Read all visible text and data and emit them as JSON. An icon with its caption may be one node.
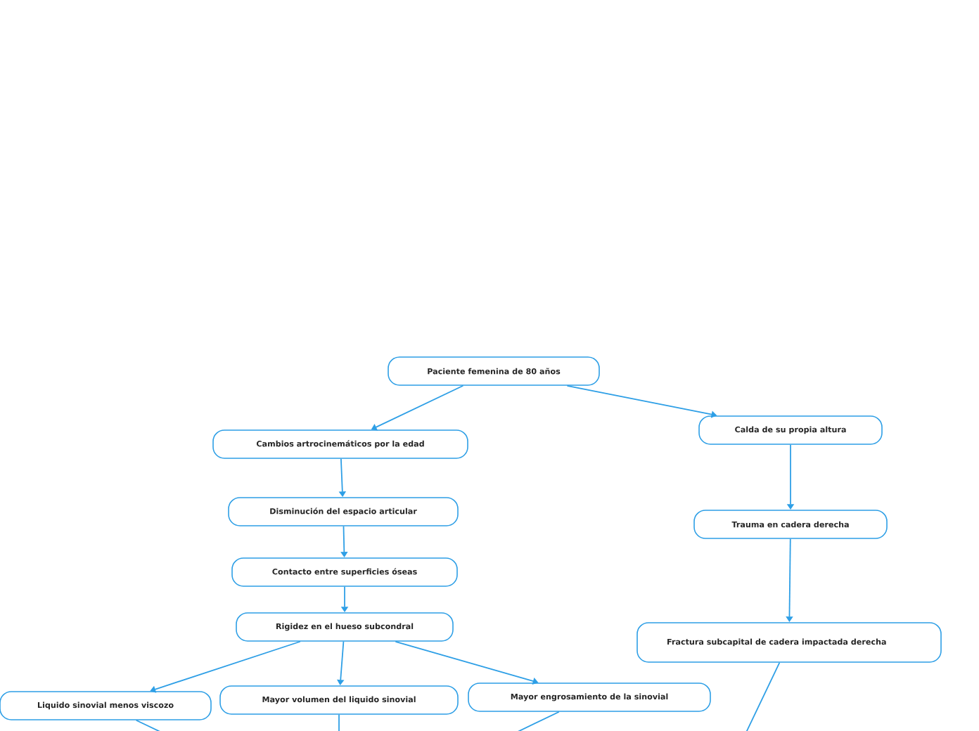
{
  "diagram": {
    "nodes": [
      {
        "text": [
          "Paciente femenina de 80 años"
        ]
      },
      {
        "text": [
          "Cambios artrocinemáticos por la edad"
        ]
      },
      {
        "text": [
          "Disminución del espacio articular"
        ]
      },
      {
        "text": [
          "Contacto entre superficies óseas"
        ]
      },
      {
        "text": [
          "Rigidez en el hueso subcondral"
        ]
      },
      {
        "text": [
          "Calda de su propia altura"
        ]
      },
      {
        "text": [
          "Trauma en cadera derecha"
        ]
      },
      {
        "text": [
          "Fractura subcapital de cadera impactada derecha"
        ]
      },
      {
        "text": [
          "Liquido sinovial menos viscozo"
        ]
      },
      {
        "text": [
          "Mayor volumen del liquido sinovial"
        ]
      },
      {
        "text": [
          "Mayor engrosamiento de la sinovial"
        ]
      }
    ],
    "edges": [
      {
        "from": 0,
        "to": 1,
        "arrow": "to"
      },
      {
        "from": 1,
        "to": 2,
        "arrow": "to"
      },
      {
        "from": 2,
        "to": 3,
        "arrow": "to"
      },
      {
        "from": 3,
        "to": 4,
        "arrow": "to"
      },
      {
        "from": 0,
        "to": 5,
        "arrow": "to"
      },
      {
        "from": 5,
        "to": 6,
        "arrow": "to"
      },
      {
        "from": 6,
        "to": 7,
        "arrow": "to"
      },
      {
        "from": 4,
        "to": 8,
        "arrow": "to"
      },
      {
        "from": 4,
        "to": 9,
        "arrow": "to"
      },
      {
        "from": 4,
        "to": 10,
        "arrow": "to"
      },
      {
        "from": 8,
        "to": null,
        "arrow": "none"
      },
      {
        "from": 9,
        "to": null,
        "arrow": "none"
      },
      {
        "from": 10,
        "to": null,
        "arrow": "none"
      },
      {
        "from": 7,
        "to": null,
        "arrow": "none"
      }
    ]
  }
}
